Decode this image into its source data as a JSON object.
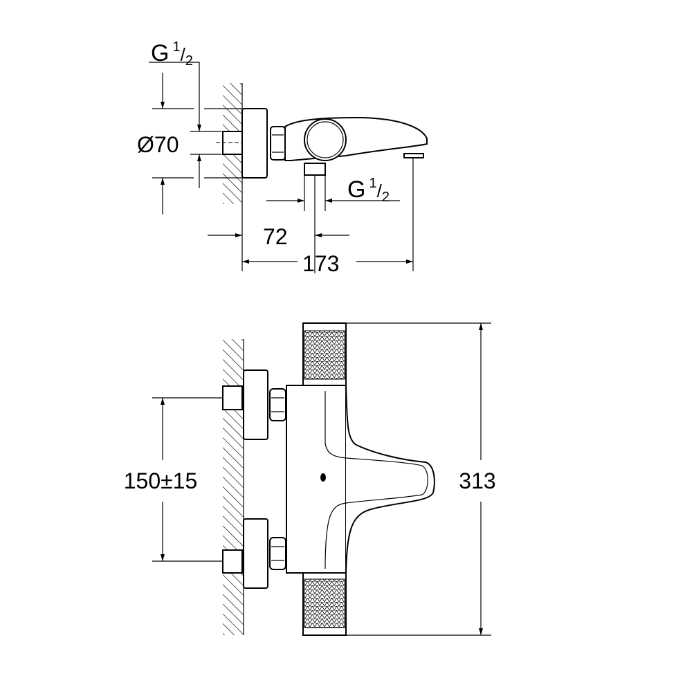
{
  "top_view": {
    "thread_inlet": {
      "g": "G",
      "num": "1",
      "den": "2"
    },
    "diameter": "Ø70",
    "thread_outlet": {
      "g": "G",
      "num": "1",
      "den": "2"
    },
    "dim_outlet_offset": "72",
    "dim_projection": "173"
  },
  "front_view": {
    "dim_inlet_spacing": "150±15",
    "dim_height": "313"
  }
}
